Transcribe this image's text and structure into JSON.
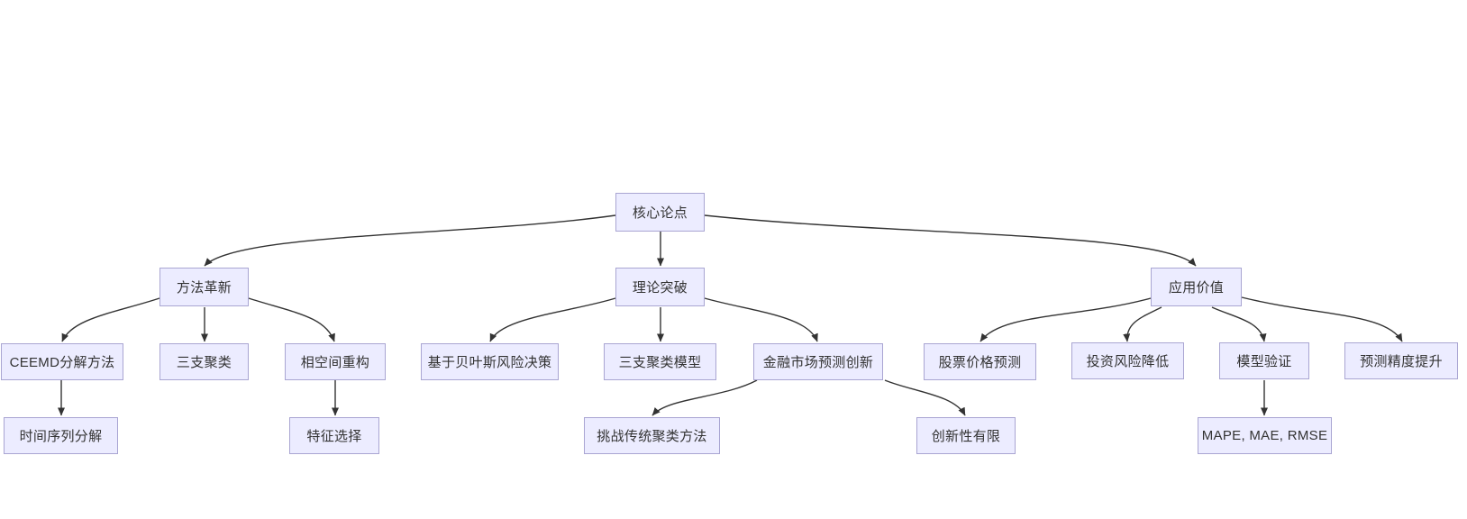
{
  "diagram": {
    "type": "flowchart-top-down",
    "colors": {
      "background": "#ffffff",
      "node_fill": "#ECECFF",
      "node_border": "#A9A5D2",
      "node_text": "#333333",
      "edge": "#333333"
    },
    "nodes": {
      "core": {
        "label": "核心论点"
      },
      "method": {
        "label": "方法革新"
      },
      "theory": {
        "label": "理论突破"
      },
      "application": {
        "label": "应用价值"
      },
      "ceemd": {
        "label": "CEEMD分解方法"
      },
      "three_way": {
        "label": "三支聚类"
      },
      "phase": {
        "label": "相空间重构"
      },
      "bayes": {
        "label": "基于贝叶斯风险决策"
      },
      "twc_model": {
        "label": "三支聚类模型"
      },
      "fin_innov": {
        "label": "金融市场预测创新"
      },
      "stock": {
        "label": "股票价格预测"
      },
      "risk": {
        "label": "投资风险降低"
      },
      "validate": {
        "label": "模型验证"
      },
      "accuracy": {
        "label": "预测精度提升"
      },
      "ts_decomp": {
        "label": "时间序列分解"
      },
      "feature": {
        "label": "特征选择"
      },
      "challenge": {
        "label": "挑战传统聚类方法"
      },
      "limited": {
        "label": "创新性有限"
      },
      "metrics": {
        "label": "MAPE, MAE, RMSE"
      }
    },
    "edges": [
      {
        "from": "core",
        "to": "method"
      },
      {
        "from": "core",
        "to": "theory"
      },
      {
        "from": "core",
        "to": "application"
      },
      {
        "from": "method",
        "to": "ceemd"
      },
      {
        "from": "method",
        "to": "three_way"
      },
      {
        "from": "method",
        "to": "phase"
      },
      {
        "from": "theory",
        "to": "bayes"
      },
      {
        "from": "theory",
        "to": "twc_model"
      },
      {
        "from": "theory",
        "to": "fin_innov"
      },
      {
        "from": "fin_innov",
        "to": "challenge"
      },
      {
        "from": "fin_innov",
        "to": "limited"
      },
      {
        "from": "application",
        "to": "stock"
      },
      {
        "from": "application",
        "to": "risk"
      },
      {
        "from": "application",
        "to": "validate"
      },
      {
        "from": "application",
        "to": "accuracy"
      },
      {
        "from": "ceemd",
        "to": "ts_decomp"
      },
      {
        "from": "phase",
        "to": "feature"
      },
      {
        "from": "validate",
        "to": "metrics"
      }
    ]
  }
}
